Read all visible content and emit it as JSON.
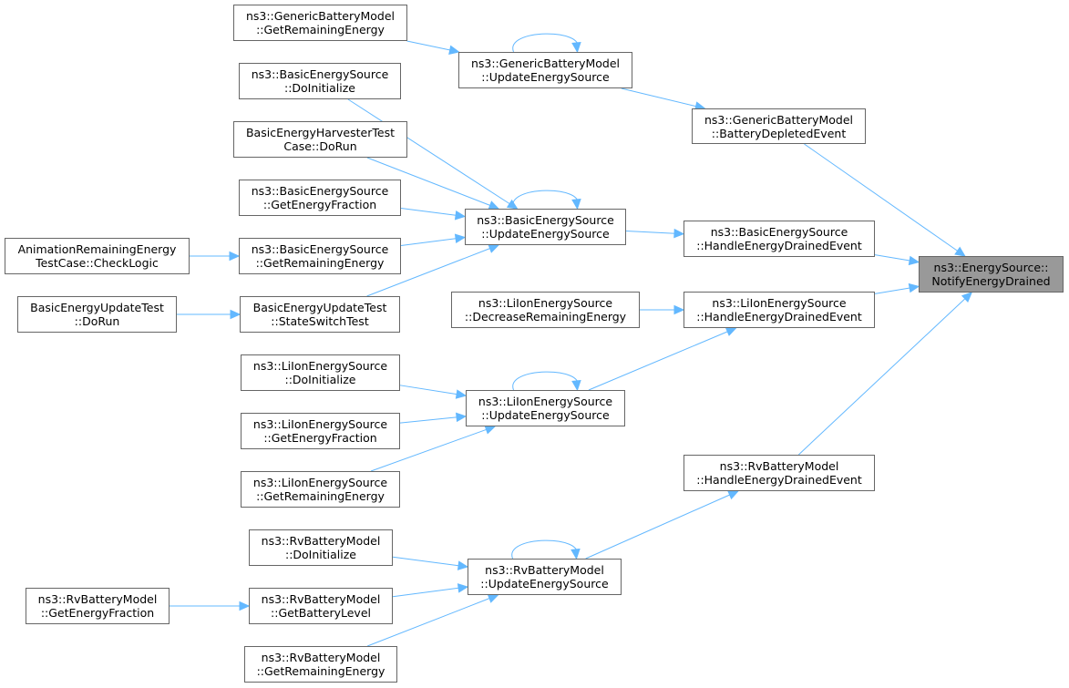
{
  "colors": {
    "edge": "#63b8ff",
    "node_border": "#666666",
    "root_fill": "#999999"
  },
  "nodes": [
    {
      "id": "root",
      "line1": "ns3::EnergySource::",
      "line2": "NotifyEnergyDrained",
      "root": true
    },
    {
      "id": "gbm_bde",
      "line1": "ns3::GenericBatteryModel",
      "line2": "::BatteryDepletedEvent"
    },
    {
      "id": "gbm_ues",
      "line1": "ns3::GenericBatteryModel",
      "line2": "::UpdateEnergySource"
    },
    {
      "id": "gbm_gre",
      "line1": "ns3::GenericBatteryModel",
      "line2": "::GetRemainingEnergy"
    },
    {
      "id": "bes_hed",
      "line1": "ns3::BasicEnergySource",
      "line2": "::HandleEnergyDrainedEvent"
    },
    {
      "id": "bes_ues",
      "line1": "ns3::BasicEnergySource",
      "line2": "::UpdateEnergySource"
    },
    {
      "id": "bes_doi",
      "line1": "ns3::BasicEnergySource",
      "line2": "::DoInitialize"
    },
    {
      "id": "beht_run",
      "line1": "BasicEnergyHarvesterTest",
      "line2": "Case::DoRun"
    },
    {
      "id": "bes_gef",
      "line1": "ns3::BasicEnergySource",
      "line2": "::GetEnergyFraction"
    },
    {
      "id": "bes_gre",
      "line1": "ns3::BasicEnergySource",
      "line2": "::GetRemainingEnergy"
    },
    {
      "id": "bes_sst",
      "line1": "BasicEnergyUpdateTest",
      "line2": "::StateSwitchTest"
    },
    {
      "id": "aret_cl",
      "line1": "AnimationRemainingEnergy",
      "line2": "TestCase::CheckLogic"
    },
    {
      "id": "beut_run",
      "line1": "BasicEnergyUpdateTest",
      "line2": "::DoRun"
    },
    {
      "id": "li_hed",
      "line1": "ns3::LiIonEnergySource",
      "line2": "::HandleEnergyDrainedEvent"
    },
    {
      "id": "li_dre",
      "line1": "ns3::LiIonEnergySource",
      "line2": "::DecreaseRemainingEnergy"
    },
    {
      "id": "li_ues",
      "line1": "ns3::LiIonEnergySource",
      "line2": "::UpdateEnergySource"
    },
    {
      "id": "li_doi",
      "line1": "ns3::LiIonEnergySource",
      "line2": "::DoInitialize"
    },
    {
      "id": "li_gef",
      "line1": "ns3::LiIonEnergySource",
      "line2": "::GetEnergyFraction"
    },
    {
      "id": "li_gre",
      "line1": "ns3::LiIonEnergySource",
      "line2": "::GetRemainingEnergy"
    },
    {
      "id": "rv_hed",
      "line1": "ns3::RvBatteryModel",
      "line2": "::HandleEnergyDrainedEvent"
    },
    {
      "id": "rv_ues",
      "line1": "ns3::RvBatteryModel",
      "line2": "::UpdateEnergySource"
    },
    {
      "id": "rv_doi",
      "line1": "ns3::RvBatteryModel",
      "line2": "::DoInitialize"
    },
    {
      "id": "rv_gbl",
      "line1": "ns3::RvBatteryModel",
      "line2": "::GetBatteryLevel"
    },
    {
      "id": "rv_gef",
      "line1": "ns3::RvBatteryModel",
      "line2": "::GetEnergyFraction"
    },
    {
      "id": "rv_gre",
      "line1": "ns3::RvBatteryModel",
      "line2": "::GetRemainingEnergy"
    }
  ],
  "edges": [
    {
      "from": "gbm_bde",
      "to": "root"
    },
    {
      "from": "bes_hed",
      "to": "root"
    },
    {
      "from": "li_hed",
      "to": "root"
    },
    {
      "from": "rv_hed",
      "to": "root"
    },
    {
      "from": "gbm_ues",
      "to": "gbm_bde"
    },
    {
      "from": "gbm_gre",
      "to": "gbm_ues"
    },
    {
      "from": "gbm_ues",
      "to": "gbm_ues"
    },
    {
      "from": "bes_ues",
      "to": "bes_hed"
    },
    {
      "from": "bes_doi",
      "to": "bes_ues"
    },
    {
      "from": "beht_run",
      "to": "bes_ues"
    },
    {
      "from": "bes_gef",
      "to": "bes_ues"
    },
    {
      "from": "bes_gre",
      "to": "bes_ues"
    },
    {
      "from": "bes_sst",
      "to": "bes_ues"
    },
    {
      "from": "bes_ues",
      "to": "bes_ues"
    },
    {
      "from": "aret_cl",
      "to": "bes_gre"
    },
    {
      "from": "beut_run",
      "to": "bes_sst"
    },
    {
      "from": "li_dre",
      "to": "li_hed"
    },
    {
      "from": "li_ues",
      "to": "li_hed"
    },
    {
      "from": "li_doi",
      "to": "li_ues"
    },
    {
      "from": "li_gef",
      "to": "li_ues"
    },
    {
      "from": "li_gre",
      "to": "li_ues"
    },
    {
      "from": "li_ues",
      "to": "li_ues"
    },
    {
      "from": "rv_ues",
      "to": "rv_hed"
    },
    {
      "from": "rv_doi",
      "to": "rv_ues"
    },
    {
      "from": "rv_gbl",
      "to": "rv_ues"
    },
    {
      "from": "rv_gre",
      "to": "rv_ues"
    },
    {
      "from": "rv_ues",
      "to": "rv_ues"
    },
    {
      "from": "rv_gef",
      "to": "rv_gbl"
    }
  ]
}
